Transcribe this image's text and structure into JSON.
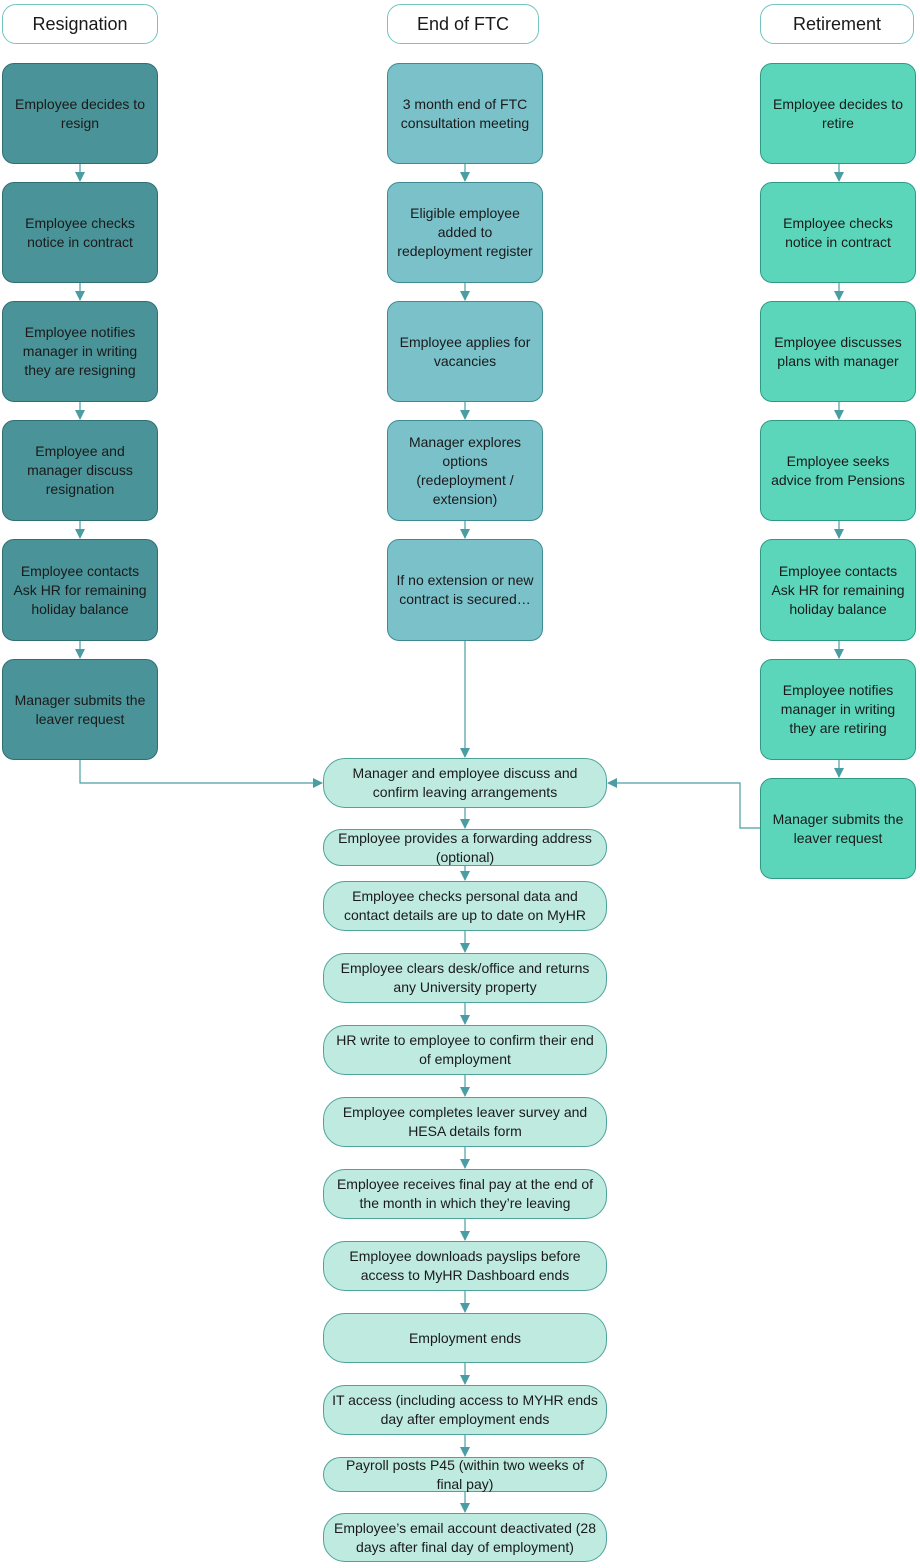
{
  "columns": {
    "resignation": {
      "header": "Resignation",
      "steps": [
        "Employee decides to resign",
        "Employee checks notice in contract",
        "Employee notifies manager in writing they are resigning",
        "Employee and manager discuss resignation",
        "Employee contacts Ask HR for remaining holiday balance",
        "Manager submits the leaver request"
      ]
    },
    "ftc": {
      "header": "End of FTC",
      "steps": [
        "3 month end of FTC consultation meeting",
        "Eligible employee added to redeployment register",
        "Employee applies for vacancies",
        "Manager explores options (redeployment / extension)",
        "If no extension or new contract is secured…"
      ]
    },
    "retirement": {
      "header": "Retirement",
      "steps": [
        "Employee decides to retire",
        "Employee checks notice in contract",
        "Employee discusses plans with manager",
        "Employee seeks advice from Pensions",
        "Employee contacts Ask HR for remaining holiday balance",
        "Employee notifies manager in writing they are retiring",
        "Manager submits the leaver request"
      ]
    }
  },
  "main_flow": [
    "Manager and employee discuss and confirm leaving arrangements",
    "Employee provides a forwarding address (optional)",
    "Employee checks personal data and contact details are up to date on MyHR",
    "Employee clears desk/office and returns any University property",
    "HR write to employee to confirm their end of employment",
    "Employee completes leaver survey and HESA details form",
    "Employee receives final pay at the end of the month in which they’re leaving",
    "Employee downloads payslips before access to MyHR Dashboard ends",
    "Employment ends",
    "IT access (including access to MYHR ends day after employment ends",
    "Payroll posts P45 (within two weeks of final pay)",
    "Employee’s email account deactivated (28 days after final day of employment)"
  ],
  "colors": {
    "resignation": "#4a9398",
    "ftc": "#7ac1ca",
    "retirement": "#5bd6bb",
    "main": "#bfeae0",
    "connector": "#4a9ea3"
  }
}
